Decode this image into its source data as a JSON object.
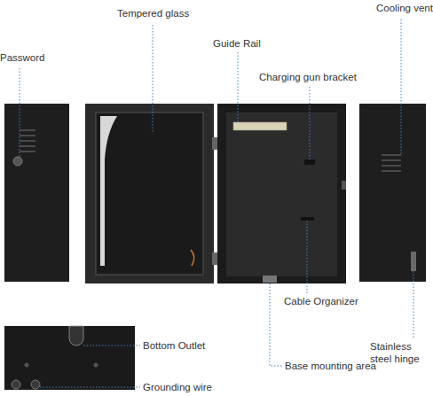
{
  "diagram": {
    "labels": [
      "Cooling vent",
      "Tempered glass",
      "Guide Rail",
      "Password",
      "Charging gun bracket",
      "Cable Organizer",
      "Bottom Outlet",
      "Stainless steel hinge",
      "Base mounting area",
      "Grounding wire"
    ]
  }
}
